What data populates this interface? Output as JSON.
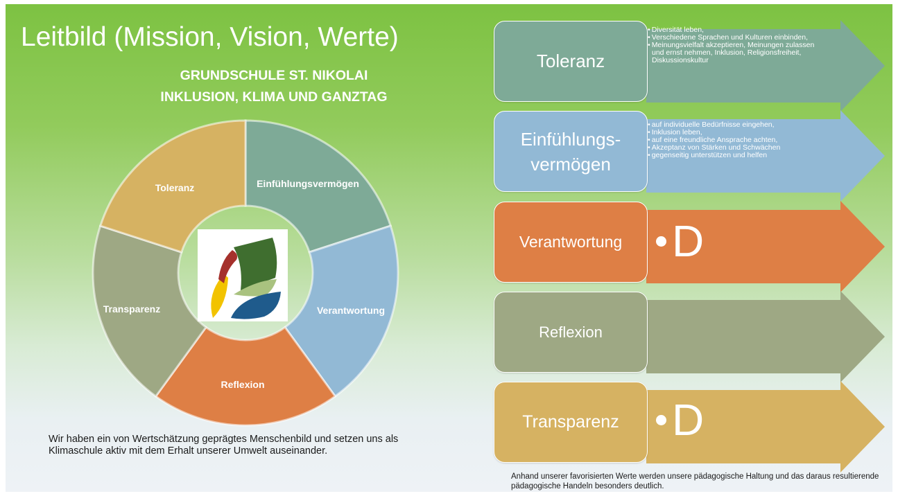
{
  "title": "Leitbild (Mission, Vision, Werte)",
  "subtitle_line1": "GRUNDSCHULE ST. NIKOLAI",
  "subtitle_line2": "INKLUSION, KLIMA UND GANZTAG",
  "cycle": [
    {
      "label": "Toleranz",
      "color": "#7eaa97"
    },
    {
      "label": "Einfühlungsvermögen",
      "color": "#92b9d5"
    },
    {
      "label": "Verantwortung",
      "color": "#de7f45"
    },
    {
      "label": "Reflexion",
      "color": "#9ea884"
    },
    {
      "label": "Transparenz",
      "color": "#d6b262"
    }
  ],
  "caption": "Wir haben ein von Wertschätzung geprägtes Menschenbild und setzen uns als Klimaschule aktiv mit dem Erhalt unserer Umwelt auseinander.",
  "values": [
    {
      "title_lines": [
        "Toleranz"
      ],
      "color": "#7eaa97",
      "items": [
        "Diversität leben,",
        "Verschiedene Sprachen und Kulturen einbinden,",
        "Meinungsvielfalt akzeptieren, Meinungen zulassen und ernst nehmen, Inklusion, Religionsfreiheit, Diskussionskultur"
      ]
    },
    {
      "title_lines": [
        "Einfühlungs-",
        "vermögen"
      ],
      "color": "#92b9d5",
      "items": [
        "auf individuelle Bedürfnisse eingehen,",
        "Inklusion leben,",
        "auf eine freundliche Ansprache achten,",
        "Akzeptanz von Stärken und Schwächen",
        "gegenseitig unterstützen und helfen"
      ]
    },
    {
      "title_lines": [
        "Verantwortung"
      ],
      "color": "#de7f45",
      "big_bullet": "D"
    },
    {
      "title_lines": [
        "Reflexion"
      ],
      "color": "#9ea884"
    },
    {
      "title_lines": [
        "Transparenz"
      ],
      "color": "#d6b262",
      "big_bullet": "D"
    }
  ],
  "footer": "Anhand unserer favorisierten Werte werden unsere pädagogische Haltung und das daraus resultierende pädagogische Handeln besonders deutlich.",
  "logo": {
    "name": "school-logo",
    "colors": [
      "#f2c300",
      "#a5312c",
      "#3f6e2f",
      "#a9c27f",
      "#1f5b8c"
    ]
  }
}
